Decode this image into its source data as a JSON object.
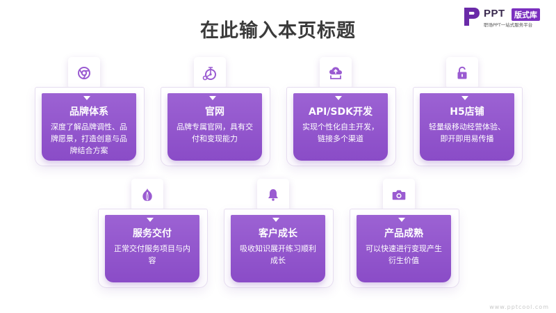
{
  "page": {
    "title": "在此输入本页标题",
    "watermark": "www.pptcool.com"
  },
  "logo": {
    "brand": "PPT",
    "badge": "版式库",
    "tagline": "职场PPT一站式服务平台"
  },
  "colors": {
    "accent": "#8a4cc7",
    "accent_light": "#9c62d3",
    "title_text": "#3b3b3b"
  },
  "cards": [
    {
      "title": "品牌体系",
      "desc": "深度了解品牌调性、品牌愿景，打造创意与品牌结合方案",
      "icon": "chrome-icon"
    },
    {
      "title": "官网",
      "desc": "品牌专属官网，具有交付和变现能力",
      "icon": "penny-farthing-icon"
    },
    {
      "title": "API/SDK开发",
      "desc": "实现个性化自主开发，链接多个渠道",
      "icon": "cloud-upload-icon"
    },
    {
      "title": "H5店铺",
      "desc": "轻量级移动经营体验、即开即用易传播",
      "icon": "unlock-icon"
    },
    {
      "title": "服务交付",
      "desc": "正常交付服务项目与内容",
      "icon": "garlic-icon"
    },
    {
      "title": "客户成长",
      "desc": "吸收知识展开练习顺利成长",
      "icon": "bell-icon"
    },
    {
      "title": "产品成熟",
      "desc": "可以快速进行变现产生衍生价值",
      "icon": "camera-icon"
    }
  ]
}
